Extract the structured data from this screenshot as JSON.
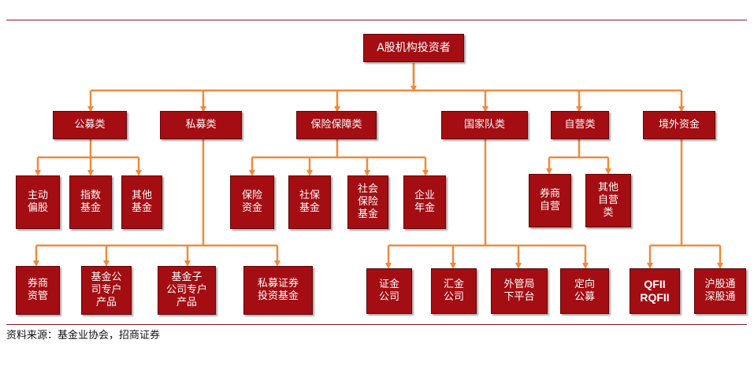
{
  "root": "A股机构投资者",
  "categories": {
    "public": "公募类",
    "private": "私募类",
    "insurance": "保险保障类",
    "national": "国家队类",
    "proprietary": "自营类",
    "overseas": "境外资金"
  },
  "public_children": [
    "主动\n偏股",
    "指数\n基金",
    "其他\n基金"
  ],
  "private_children": [
    "券商\n资管",
    "基金公\n司专户\n产品",
    "基金子\n公司专户\n产品",
    "私募证券\n投资基金"
  ],
  "insurance_children": [
    "保险\n资金",
    "社保\n基金",
    "社会\n保险\n基金",
    "企业\n年金"
  ],
  "national_children": [
    "证金\n公司",
    "汇金\n公司",
    "外管局\n下平台",
    "定向\n公募"
  ],
  "proprietary_children": [
    "券商\n自营",
    "其他\n自营\n类"
  ],
  "overseas_children": [
    "QFII\nRQFII",
    "沪股通\n深股通"
  ],
  "source": "资料来源：基金业协会，招商证券",
  "colors": {
    "box": "#a40d12",
    "connector": "#f08a3c",
    "rule": "#8f1a1a"
  }
}
